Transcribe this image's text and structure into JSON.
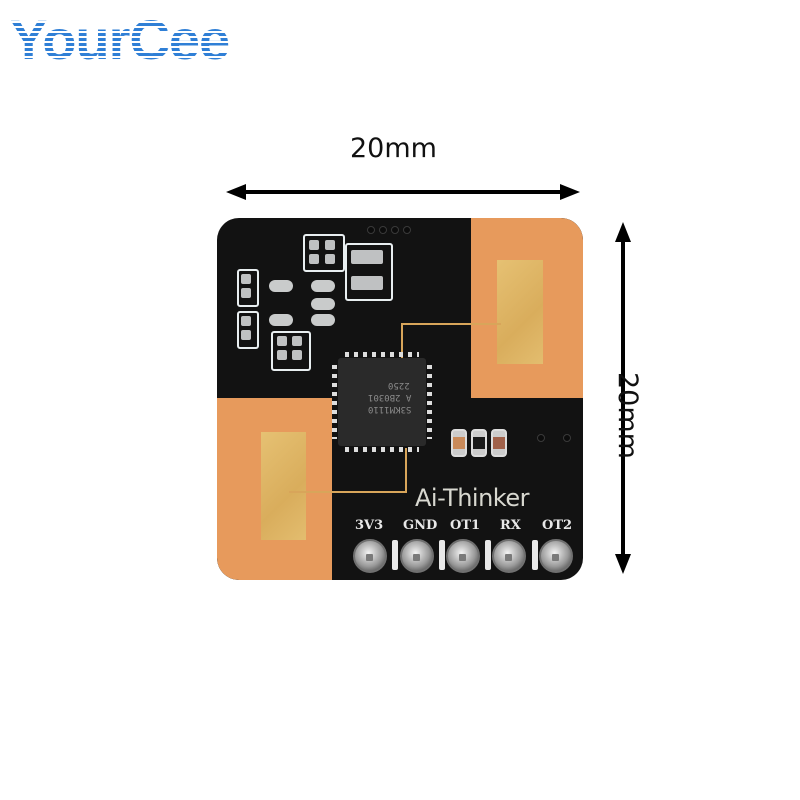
{
  "brand": {
    "name": "YourCee",
    "color": "#2f7fd6"
  },
  "dimensions": {
    "width_label": "20mm",
    "height_label": "20mm"
  },
  "module": {
    "silkscreen_logo": "Ai-Thinker",
    "chip_markings": [
      "S3KM1110",
      "A 2B0301",
      "2250"
    ],
    "pins": [
      "3V3",
      "GND",
      "OT1",
      "RX",
      "OT2"
    ],
    "colors": {
      "board": "#121212",
      "substrate": "#e79a5c",
      "antenna_patch": "#dcb163"
    }
  }
}
